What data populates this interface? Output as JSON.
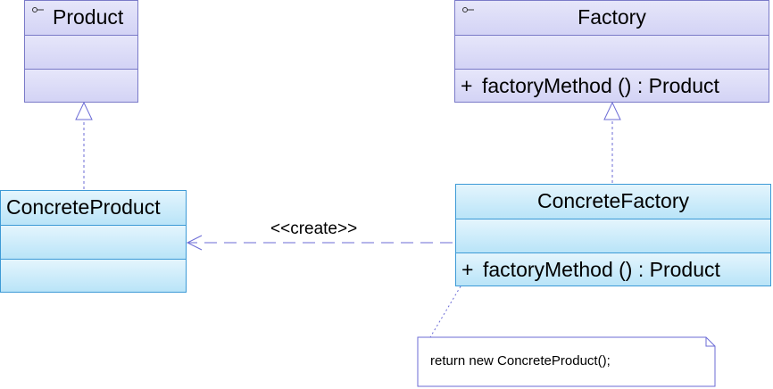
{
  "classes": {
    "product": {
      "name": "Product",
      "attributes": [],
      "operations": []
    },
    "factory": {
      "name": "Factory",
      "attributes": [],
      "operations": [
        {
          "visibility": "+",
          "signature": "factoryMethod () : Product"
        }
      ]
    },
    "concrete_product": {
      "name": "ConcreteProduct",
      "attributes": [],
      "operations": []
    },
    "concrete_factory": {
      "name": "ConcreteFactory",
      "attributes": [],
      "operations": [
        {
          "visibility": "+",
          "signature": "factoryMethod () : Product"
        }
      ]
    }
  },
  "relations": [
    {
      "type": "realization",
      "from": "ConcreteProduct",
      "to": "Product"
    },
    {
      "type": "realization",
      "from": "ConcreteFactory",
      "to": "Factory"
    },
    {
      "type": "dependency",
      "from": "ConcreteFactory",
      "to": "ConcreteProduct",
      "label": "<<create>>"
    }
  ],
  "note": {
    "text": "return new ConcreteProduct();"
  },
  "colors": {
    "interface_border": "#7a7ac8",
    "concrete_border": "#3d9ad6",
    "connector": "#6b6bd6"
  }
}
